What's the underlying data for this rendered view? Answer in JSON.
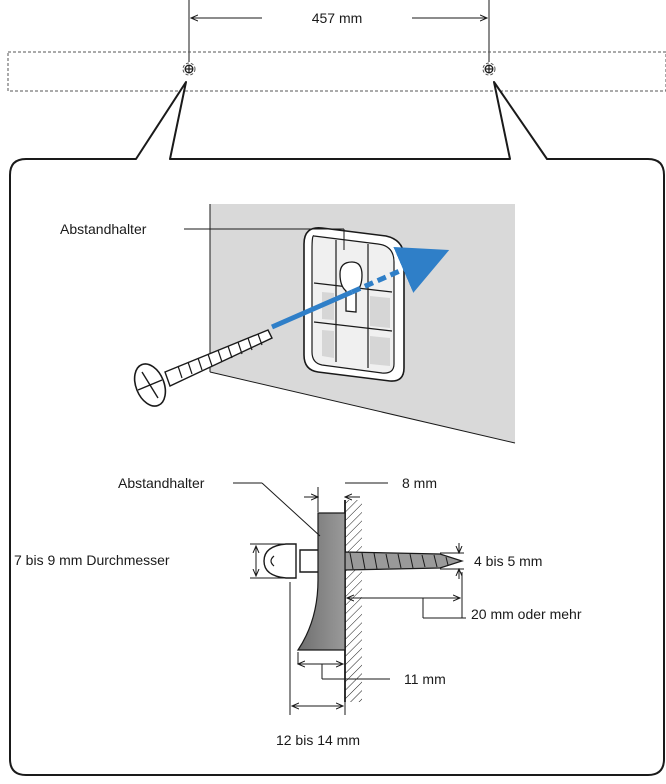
{
  "top": {
    "hole_spacing": "457 mm"
  },
  "perspective": {
    "spacer_label": "Abstandhalter"
  },
  "section": {
    "spacer_label": "Abstandhalter",
    "spacer_thickness": "8 mm",
    "head_diameter": "7 bis 9 mm Durchmesser",
    "shank_diameter": "4 bis 5 mm",
    "protrusion": "20 mm oder mehr",
    "spacer_depth": "11 mm",
    "head_to_wall": "12 bis 14 mm"
  },
  "icons": [
    "screw-hole-icon",
    "screw-icon",
    "spacer-icon",
    "arrow-icon"
  ]
}
